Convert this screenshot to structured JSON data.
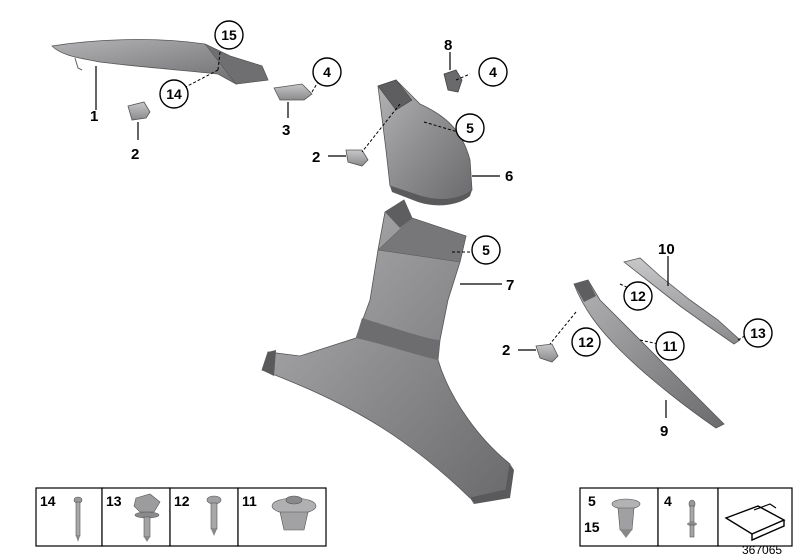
{
  "callouts": {
    "c1": "1",
    "c2a": "2",
    "c2b": "2",
    "c2c": "2",
    "c3": "3",
    "c4a": "4",
    "c4b": "4",
    "c5a": "5",
    "c5b": "5",
    "c6": "6",
    "c7": "7",
    "c8": "8",
    "c9": "9",
    "c10": "10",
    "c11": "11",
    "c12a": "12",
    "c12b": "12",
    "c13": "13",
    "c14": "14",
    "c15": "15"
  },
  "legend_left": {
    "items": [
      {
        "label": "14",
        "icon": "long-screw-icon"
      },
      {
        "label": "13",
        "icon": "hex-bolt-icon"
      },
      {
        "label": "12",
        "icon": "self-tapping-screw-icon"
      },
      {
        "label": "11",
        "icon": "expanding-clip-icon"
      }
    ]
  },
  "legend_right": {
    "items": [
      {
        "label": "5",
        "label2": "15",
        "icon": "trim-clip-icon"
      },
      {
        "label": "4",
        "icon": "blind-rivet-icon"
      },
      {
        "label": "",
        "icon": "small-parts-kit-icon"
      }
    ]
  },
  "diagram_ref": "367065",
  "colors": {
    "part_fill": "#8e8e90",
    "part_dark": "#6b6b6d",
    "part_light": "#b4b4b6",
    "line": "#000000"
  }
}
